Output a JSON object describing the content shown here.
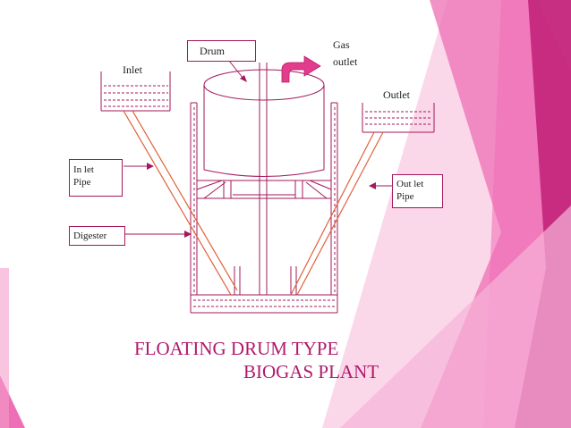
{
  "labels": {
    "inlet": "Inlet",
    "outlet": "Outlet",
    "gas_line1": "Gas",
    "gas_line2": "outlet",
    "drum": "Drum",
    "inlet_pipe_line1": "In let",
    "inlet_pipe_line2": "Pipe",
    "outlet_pipe_line1": "Out let",
    "outlet_pipe_line2": "Pipe",
    "digester": "Digester"
  },
  "title": {
    "line1": "FLOATING DRUM TYPE",
    "line2": "BIOGAS PLANT"
  },
  "colors": {
    "title": "#b0196b",
    "diagram_line": "#a3195b",
    "pipe": "#e0603a",
    "gas_arrow": "#e23c8c",
    "deco_pink": "#ee6fb5",
    "deco_magenta": "#c2247a"
  }
}
